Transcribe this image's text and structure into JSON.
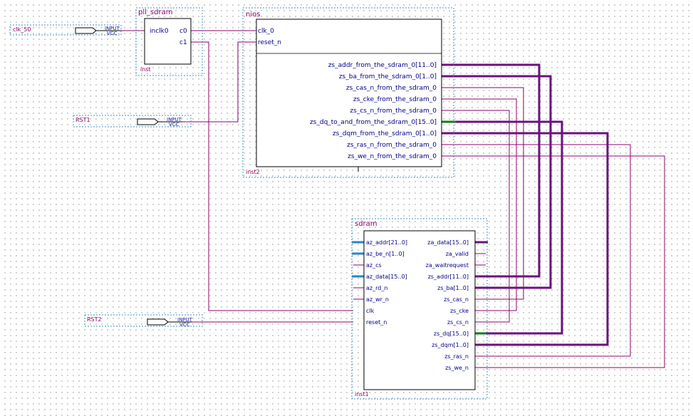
{
  "pins": {
    "clk50": {
      "name": "clk_50",
      "tag": "INPUT",
      "tag2": "VCC"
    },
    "rst1": {
      "name": "RST1",
      "tag": "INPUT",
      "tag2": "VCC"
    },
    "rst2": {
      "name": "RST2",
      "tag": "INPUT",
      "tag2": "VCC"
    }
  },
  "pll": {
    "name": "pll_sdram",
    "inst": "inst",
    "in_ports": [
      "inclk0"
    ],
    "out_ports": [
      "c0",
      "c1"
    ]
  },
  "nios": {
    "name": "nios",
    "inst": "inst2",
    "in_ports": [
      "clk_0",
      "reset_n"
    ],
    "out_ports": [
      "zs_addr_from_the_sdram_0[11..0]",
      "zs_ba_from_the_sdram_0[1..0]",
      "zs_cas_n_from_the_sdram_0",
      "zs_cke_from_the_sdram_0",
      "zs_cs_n_from_the_sdram_0",
      "zs_dq_to_and_from_the_sdram_0[15..0]",
      "zs_dqm_from_the_sdram_0[1..0]",
      "zs_ras_n_from_the_sdram_0",
      "zs_we_n_from_the_sdram_0"
    ]
  },
  "sdram": {
    "name": "sdram",
    "inst": "inst1",
    "in_ports": [
      "az_addr[21..0]",
      "az_be_n[1..0]",
      "az_cs",
      "az_data[15..0]",
      "az_rd_n",
      "az_wr_n",
      "clk",
      "reset_n"
    ],
    "out_ports": [
      "za_data[15..0]",
      "za_valid",
      "za_waitrequest",
      "zs_addr[11..0]",
      "zs_ba[1..0]",
      "zs_cas_n",
      "zs_cke",
      "zs_cs_n",
      "zs_dq[15..0]",
      "zs_dqm[1..0]",
      "zs_ras_n",
      "zs_we_n"
    ]
  },
  "colors": {
    "wire": "#8c006b",
    "bus": "#6a127d",
    "bidir_bus": "#147a1f",
    "input_bus": "#2484c8",
    "text": "#00008b",
    "dashed_border": "#3f93c8"
  }
}
